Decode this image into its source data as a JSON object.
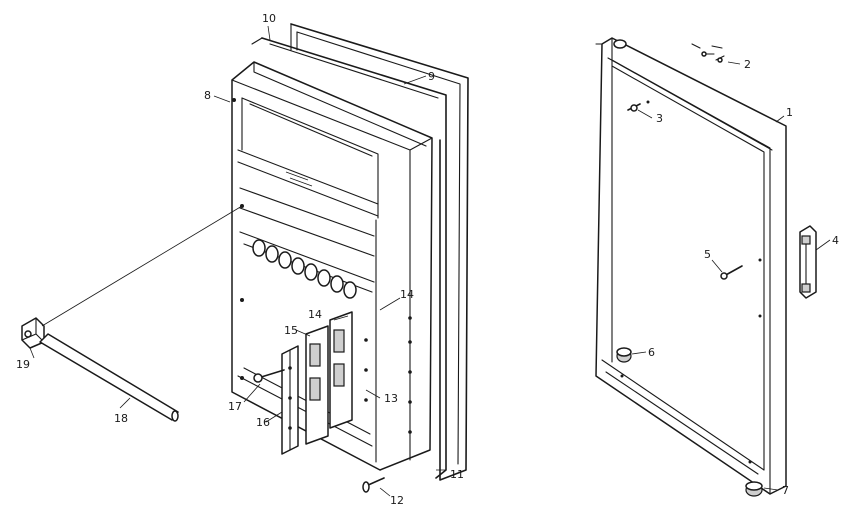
{
  "labels": {
    "l1": "1",
    "l2": "2",
    "l3": "3",
    "l4": "4",
    "l5": "5",
    "l6": "6",
    "l7": "7",
    "l8": "8",
    "l9": "9",
    "l10": "10",
    "l11": "11",
    "l12": "12",
    "l13": "13",
    "l14a": "14",
    "l14b": "14",
    "l15": "15",
    "l16": "16",
    "l17": "17",
    "l18": "18",
    "l19": "19"
  }
}
